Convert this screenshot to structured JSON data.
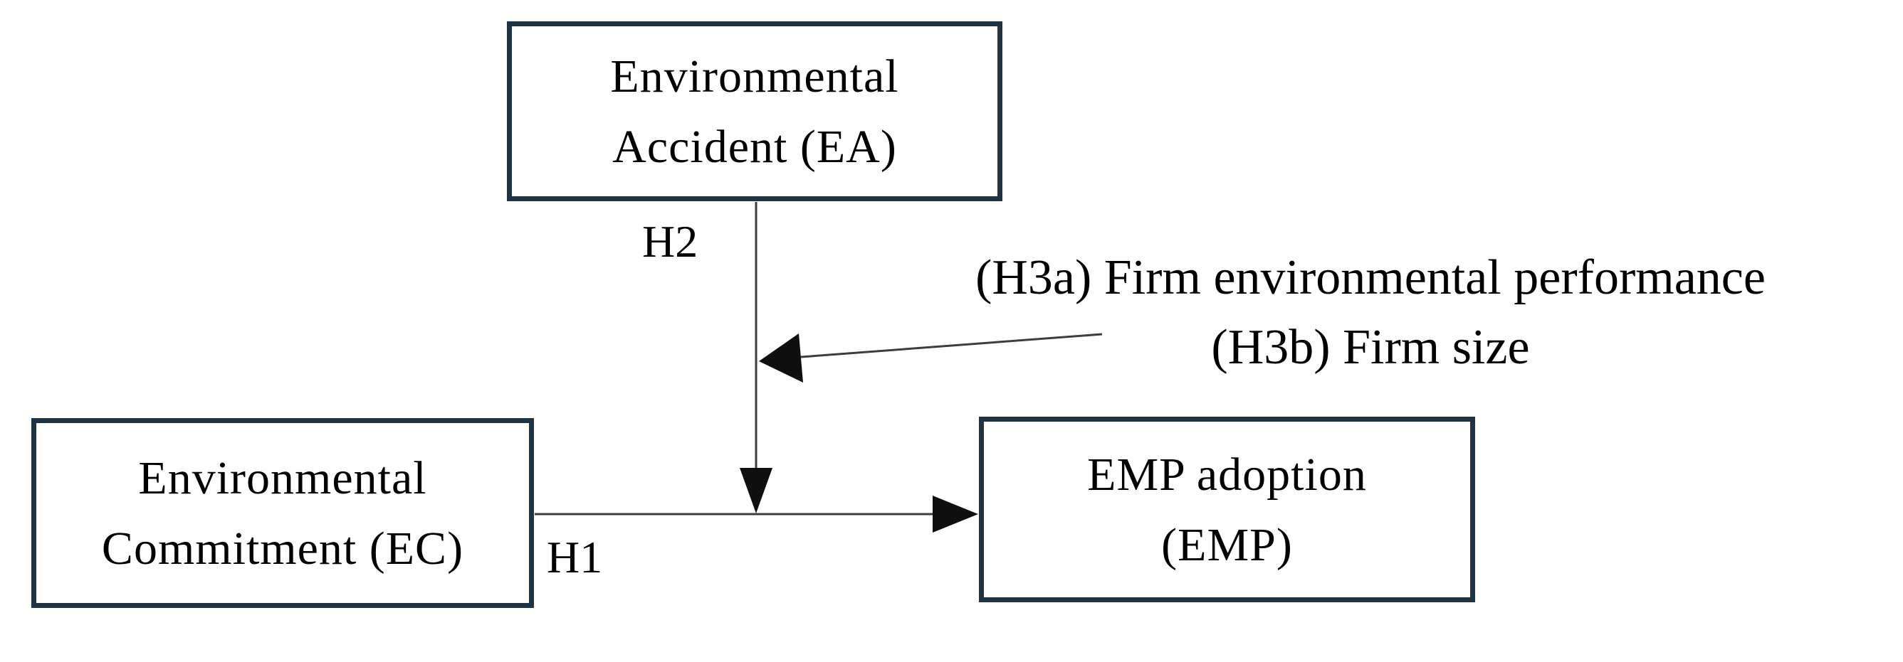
{
  "diagram": {
    "nodes": {
      "ea": {
        "line1": "Environmental",
        "line2": "Accident (EA)"
      },
      "ec": {
        "line1": "Environmental",
        "line2": "Commitment (EC)"
      },
      "emp": {
        "line1": "EMP adoption",
        "line2": "(EMP)"
      }
    },
    "edges": {
      "h1": {
        "label": "H1",
        "from": "Environmental Commitment (EC)",
        "to": "EMP adoption (EMP)"
      },
      "h2": {
        "label": "H2",
        "from": "Environmental Accident (EA)",
        "to": "H1 path (moderation)"
      },
      "h3": {
        "line1": "(H3a) Firm environmental performance",
        "line2": "(H3b) Firm size",
        "to": "H2 path (moderation)"
      }
    },
    "colors": {
      "background": "#ffffff",
      "box_border": "#1f3342",
      "box_fill": "#ffffff",
      "line": "#3d3d3d",
      "arrowhead": "#0f0f0f",
      "text": "#000000"
    }
  }
}
